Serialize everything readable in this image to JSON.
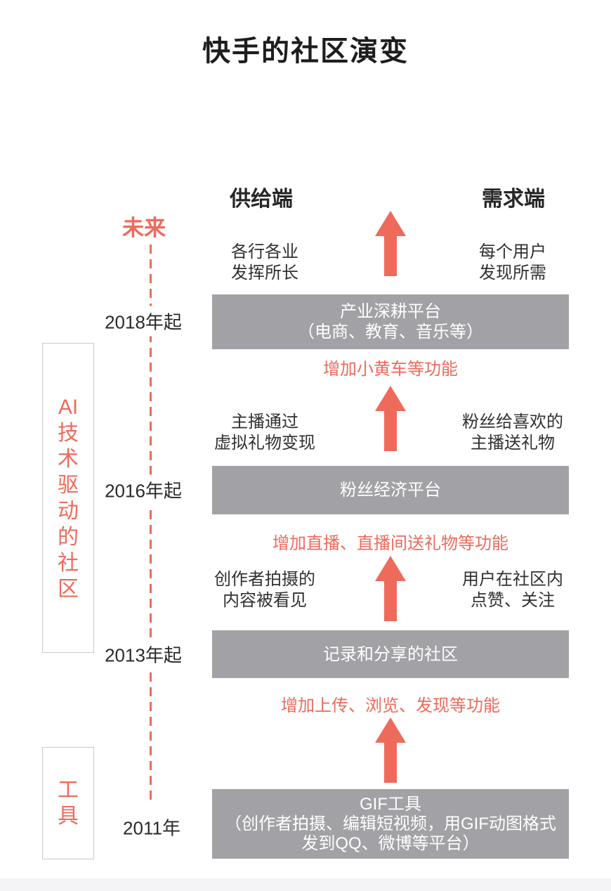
{
  "page": {
    "title": "快手的社区演变"
  },
  "columns": {
    "supply": "供给端",
    "demand": "需求端"
  },
  "timeline": {
    "future_label": "未来"
  },
  "left_boxes": {
    "ai": {
      "label": "AI技术驱动的社区",
      "chars": [
        "AI",
        "技",
        "术",
        "驱",
        "动",
        "的",
        "社",
        "区"
      ]
    },
    "tools": {
      "label": "工具",
      "chars": [
        "工",
        "具"
      ]
    }
  },
  "stages": [
    {
      "year": "2018年起",
      "platform": [
        "产业深耕平台",
        "（电商、教育、音乐等）"
      ],
      "supply": [
        "各行各业",
        "发挥所长"
      ],
      "demand": [
        "每个用户",
        "发现所需"
      ],
      "added": "增加小黄车等功能"
    },
    {
      "year": "2016年起",
      "platform": [
        "粉丝经济平台"
      ],
      "supply": [
        "主播通过",
        "虚拟礼物变现"
      ],
      "demand": [
        "粉丝给喜欢的",
        "主播送礼物"
      ],
      "added": "增加直播、直播间送礼物等功能"
    },
    {
      "year": "2013年起",
      "platform": [
        "记录和分享的社区"
      ],
      "supply": [
        "创作者拍摄的",
        "内容被看见"
      ],
      "demand": [
        "用户在社区内",
        "点赞、关注"
      ],
      "added": "增加上传、浏览、发现等功能"
    },
    {
      "year": "2011年",
      "platform": [
        "GIF工具",
        "（创作者拍摄、编辑短视频，用GIF动图格式",
        "发到QQ、微博等平台）"
      ]
    }
  ],
  "colors": {
    "accent": "#ee6a5b",
    "bar": "#a1a1a6",
    "ink": "#262626",
    "band": "#f4f4f6"
  }
}
